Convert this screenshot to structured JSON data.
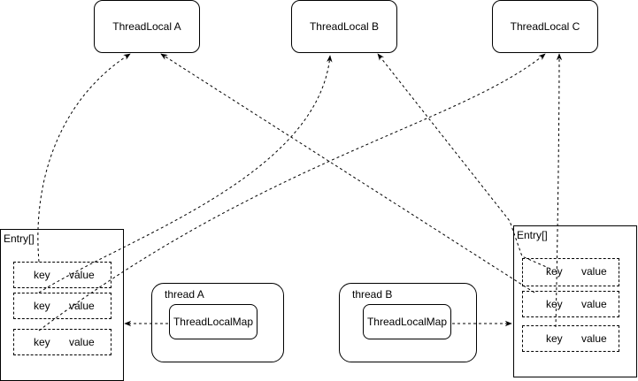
{
  "thread_locals": [
    {
      "label": "ThreadLocal A"
    },
    {
      "label": "ThreadLocal B"
    },
    {
      "label": "ThreadLocal C"
    }
  ],
  "threads": [
    {
      "title": "thread A",
      "map_label": "ThreadLocalMap"
    },
    {
      "title": "thread B",
      "map_label": "ThreadLocalMap"
    }
  ],
  "entry_arrays": [
    {
      "title": "Entry[]",
      "rows": [
        {
          "key": "key",
          "value": "value"
        },
        {
          "key": "key",
          "value": "value"
        },
        {
          "key": "key",
          "value": "value"
        }
      ]
    },
    {
      "title": "Entry[]",
      "rows": [
        {
          "key": "key",
          "value": "value"
        },
        {
          "key": "key",
          "value": "value"
        },
        {
          "key": "key",
          "value": "value"
        }
      ]
    }
  ],
  "edge_style": {
    "stroke": "#000000",
    "dashed": true
  }
}
